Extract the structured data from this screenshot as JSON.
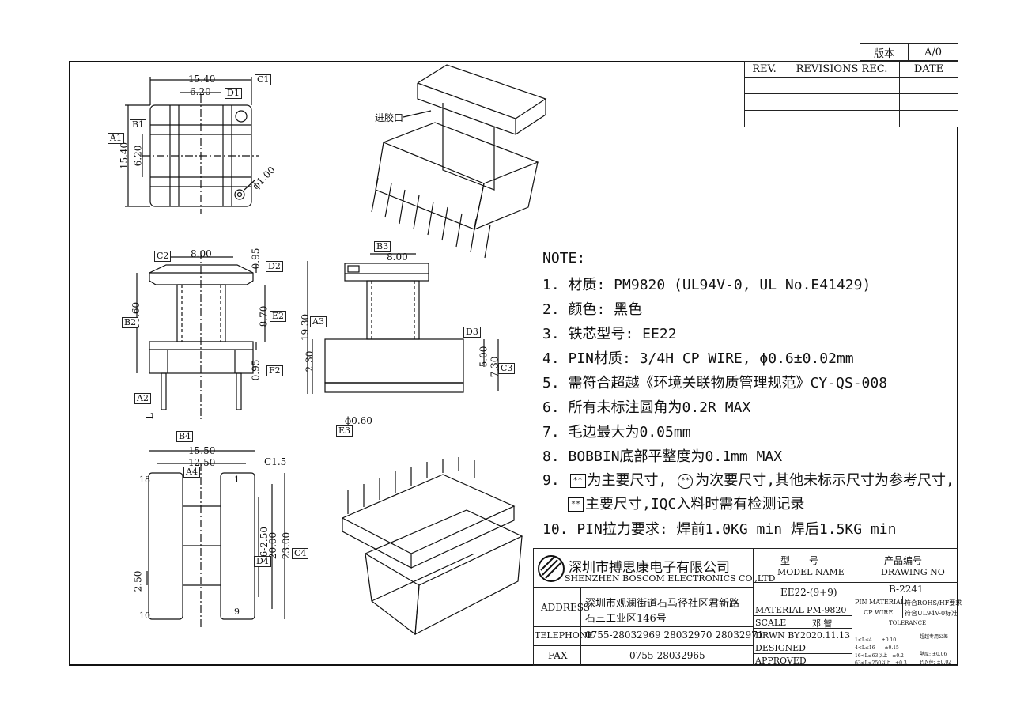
{
  "version_box": {
    "label": "版本",
    "value": "A/0"
  },
  "revisions": {
    "rev_header": "REV.",
    "rec_header": "REVISIONS REC.",
    "date_header": "DATE"
  },
  "inlet_label": "进胶口",
  "dims": {
    "top_width": "15.40",
    "top_d1": "6.20",
    "top_height": "15.40",
    "top_b1": "6.20",
    "hole": "ϕ1.00",
    "left_width": "8.00",
    "left_d2": "0.95",
    "left_height": "10.60",
    "left_e2": "8.70",
    "left_f2": "0.95",
    "left_pin": "L",
    "mid_width": "8.00",
    "mid_height": "19.30",
    "mid_base": "2.30",
    "mid_d3": "5.00",
    "mid_c3": "7.30",
    "mid_pin": "ϕ0.60",
    "bot_width": "15.50",
    "bot_a4": "12.50",
    "bot_chamfer": "C1.5",
    "bot_pitch": "2.50",
    "bot_d4": "16-2.50",
    "bot_h1": "20.00",
    "bot_h2": "23.00",
    "pin_18": "18",
    "pin_10": "10",
    "pin_1": "1",
    "pin_9": "9"
  },
  "tags": {
    "C1": "C1",
    "D1": "D1",
    "B1": "B1",
    "A1": "A1",
    "C2": "C2",
    "D2": "D2",
    "B2": "B2",
    "E2": "E2",
    "F2": "F2",
    "A2": "A2",
    "B3": "B3",
    "A3": "A3",
    "D3": "D3",
    "C3": "C3",
    "E3": "E3",
    "B4": "B4",
    "A4": "A4",
    "D4": "D4",
    "C4": "C4"
  },
  "notes": {
    "title": "NOTE:",
    "n1": "1. 材质: PM9820 (UL94V-0, UL No.E41429)",
    "n2": "2. 颜色: 黑色",
    "n3": "3. 铁芯型号: EE22",
    "n4": "4. PIN材质: 3/4H CP WIRE, ϕ0.6±0.02mm",
    "n5": "5. 需符合超越《环境关联物质管理规范》CY-QS-008",
    "n6": "6. 所有未标注圆角为0.2R MAX",
    "n7": "7. 毛边最大为0.05mm",
    "n8": "8. BOBBIN底部平整度为0.1mm MAX",
    "n9_a": "9.",
    "n9_icon_box": "**",
    "n9_b": "为主要尺寸,",
    "n9_icon_circ": "**",
    "n9_c": "为次要尺寸,其他未标示尺寸为参考尺寸,",
    "n9_d": "主要尺寸,IQC入料时需有检测记录",
    "n10": "10. PIN拉力要求: 焊前1.0KG min 焊后1.5KG min"
  },
  "title_block": {
    "company_cn": "深圳市搏思康电子有限公司",
    "company_en": "SHENZHEN BOSCOM ELECTRONICS CO.,LTD",
    "model_cn": "型　　号",
    "model_en": "MODEL NAME",
    "drawing_cn": "产品编号",
    "drawing_en": "DRAWING NO",
    "model_value": "EE22-(9+9)",
    "drawing_value": "B-2241",
    "address_label": "ADDRESS",
    "address_line1": "深圳市观澜街道石马径社区君新路",
    "address_line2": "石三工业区146号",
    "telephone_label": "TELEPHONE",
    "telephone_value": "0755-28032969 28032970 28032971",
    "fax_label": "FAX",
    "fax_value": "0755-28032965",
    "material_label": "MATERIAL",
    "material_value": "PM-9820",
    "scale_label": "SCALE",
    "scale_value": "邓 智",
    "drwn_label": "DRWN BY",
    "drwn_value": "2020.11.13",
    "designed_label": "DESIGNED",
    "approved_label": "APPROVED",
    "pin_material_label": "PIN MATERIAL:",
    "pin_material_value": "CP WIRE",
    "rohs": "符合ROHS/HF要求",
    "ul": "符合UL94V-0标准",
    "tolerance": "TOLERANCE",
    "tol1": "1<L≤4　　±0.10",
    "tol2": "4<L≤16　　±0.15",
    "tol3": "16<L≤63以上　±0.2",
    "tol4": "63<L≤250以上　±0.3",
    "tol_r1": "超越专用公差",
    "tol_r2": "壁厚: ±0.06",
    "tol_r3": "PIN径: ±0.02"
  }
}
